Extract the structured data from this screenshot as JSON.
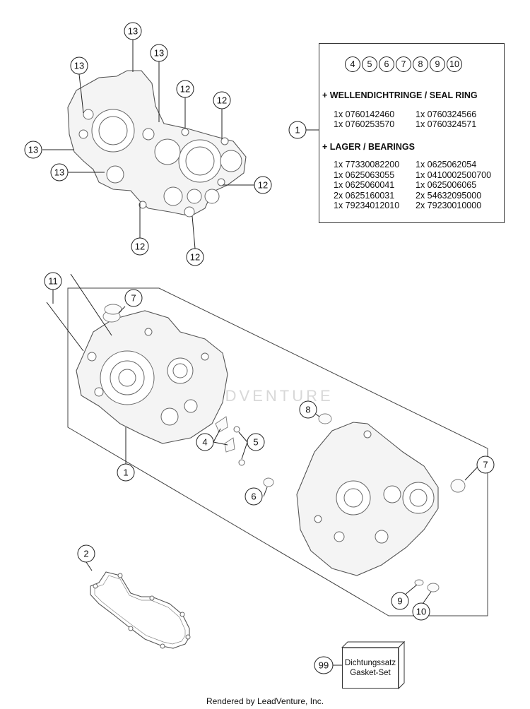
{
  "callouts": {
    "c13a": "13",
    "c13b": "13",
    "c13c": "13",
    "c13d": "13",
    "c13e": "13",
    "c12a": "12",
    "c12b": "12",
    "c12c": "12",
    "c12d": "12",
    "c12e": "12",
    "c1_box": "1",
    "c11": "11",
    "c7a": "7",
    "c7b": "7",
    "c4": "4",
    "c5": "5",
    "c1_main": "1",
    "c8": "8",
    "c6": "6",
    "c9": "9",
    "c10": "10",
    "c2": "2",
    "c99": "99"
  },
  "parts_box": {
    "numbers": [
      "4",
      "5",
      "6",
      "7",
      "8",
      "9",
      "10"
    ],
    "seal_title": "+ WELLENDICHTRINGE / SEAL RING",
    "seal_items": [
      "1x 0760142460",
      "1x 0760324566",
      "1x 0760253570",
      "1x 0760324571"
    ],
    "bearing_title": "+ LAGER / BEARINGS",
    "bearing_items": [
      "1x 77330082200",
      "1x 0625062054",
      "1x 0625063055",
      "1x 0410002500700",
      "1x 0625060041",
      "1x 0625006065",
      "2x 0625160031",
      "2x 54632095000",
      "1x 79234012010",
      "2x 79230010000"
    ]
  },
  "gasket_set": {
    "line1": "Dichtungssatz",
    "line2": "Gasket-Set"
  },
  "watermark": "ADVENTURE",
  "footer": "Rendered by LeadVenture, Inc."
}
